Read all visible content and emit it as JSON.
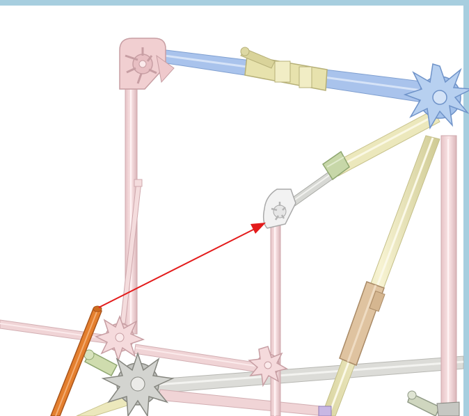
{
  "viewer": {
    "frame_color": "#a7cedf",
    "background": "#ffffff"
  },
  "model": {
    "description_icon": "construction-toy-model",
    "parts": [
      {
        "kind": "rod",
        "color": "#f1d4d6",
        "name": "pink-rod"
      },
      {
        "kind": "rod",
        "color": "#a9c3ec",
        "name": "blue-rod"
      },
      {
        "kind": "rod",
        "color": "#ece8bc",
        "name": "yellow-rod"
      },
      {
        "kind": "rod",
        "color": "#d7d8d4",
        "name": "gray-rod"
      },
      {
        "kind": "rod",
        "color": "#e47f2e",
        "name": "orange-rod"
      },
      {
        "kind": "connector",
        "color": "#f1cfd1",
        "name": "pink-connector"
      },
      {
        "kind": "connector",
        "color": "#a3c1ea",
        "name": "blue-connector"
      },
      {
        "kind": "connector",
        "color": "#f2f2f2",
        "name": "white-connector"
      },
      {
        "kind": "connector",
        "color": "#bfc0bc",
        "name": "gray-connector"
      },
      {
        "kind": "connector",
        "color": "#c7d7a8",
        "name": "green-connector"
      },
      {
        "kind": "clip",
        "color": "#e7e2ad",
        "name": "yellow-clip"
      },
      {
        "kind": "clip",
        "color": "#dfc3a0",
        "name": "tan-clip"
      }
    ]
  },
  "instruction": {
    "arrow_color": "#e31b1b",
    "arrow_meaning": "attach-orange-rod-to-white-connector"
  }
}
